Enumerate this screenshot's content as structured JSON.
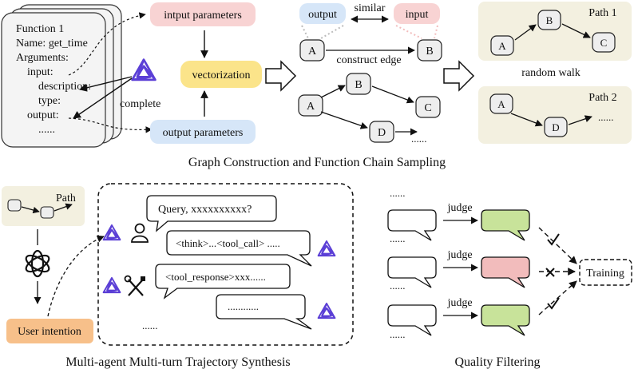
{
  "function_card": {
    "lines": [
      "Function 1",
      "Name: get_time",
      "Arguments:",
      "input:",
      "description:",
      "type:",
      "output:",
      "......"
    ]
  },
  "labels": {
    "input_params": "intput parameters",
    "vectorization": "vectorization",
    "output_params": "output parameters",
    "complete": "complete",
    "output": "output",
    "similar": "similar",
    "input": "input",
    "construct_edge": "construct edge",
    "random_walk": "random walk",
    "path1": "Path 1",
    "path2": "Path 2",
    "ellipsis": "......",
    "section1_caption": "Graph Construction and Function Chain Sampling",
    "path": "Path",
    "user_intention": "User intention",
    "section2_caption": "Multi-agent Multi-turn Trajectory Synthesis",
    "section3_caption": "Quality Filtering",
    "training": "Training",
    "judge": "judge"
  },
  "graph_nodes": {
    "A": "A",
    "B": "B",
    "C": "C",
    "D": "D"
  },
  "conversation": {
    "query": "Query, xxxxxxxxxx?",
    "think": "<think>...<tool_call> .....",
    "tool_response": "<tool_response>xxx......",
    "dots": "............",
    "tail": "......"
  },
  "quality": {
    "top_dots": "......",
    "mid_dots_1": "......",
    "mid_dots_2": "......",
    "bottom_dots": "......",
    "judge_labels": [
      "judge",
      "judge",
      "judge"
    ],
    "verdicts": [
      "pass",
      "fail",
      "pass"
    ]
  },
  "colors": {
    "input_params_fill": "#f8d3d3",
    "output_params_fill": "#d6e6f8",
    "vectorization_fill": "#fbe48a",
    "path_panel_fill": "#f3f0e0",
    "node_fill": "#eeeeee",
    "user_intention_fill": "#f7c08a",
    "green_bubble": "#c8e39a",
    "red_bubble": "#f2bcbc",
    "logo_purple": "#5b3fd6"
  },
  "icons": [
    "agent-logo-icon",
    "user-icon",
    "tools-icon",
    "llm-logo-icon",
    "checkmark-icon",
    "cross-icon"
  ]
}
